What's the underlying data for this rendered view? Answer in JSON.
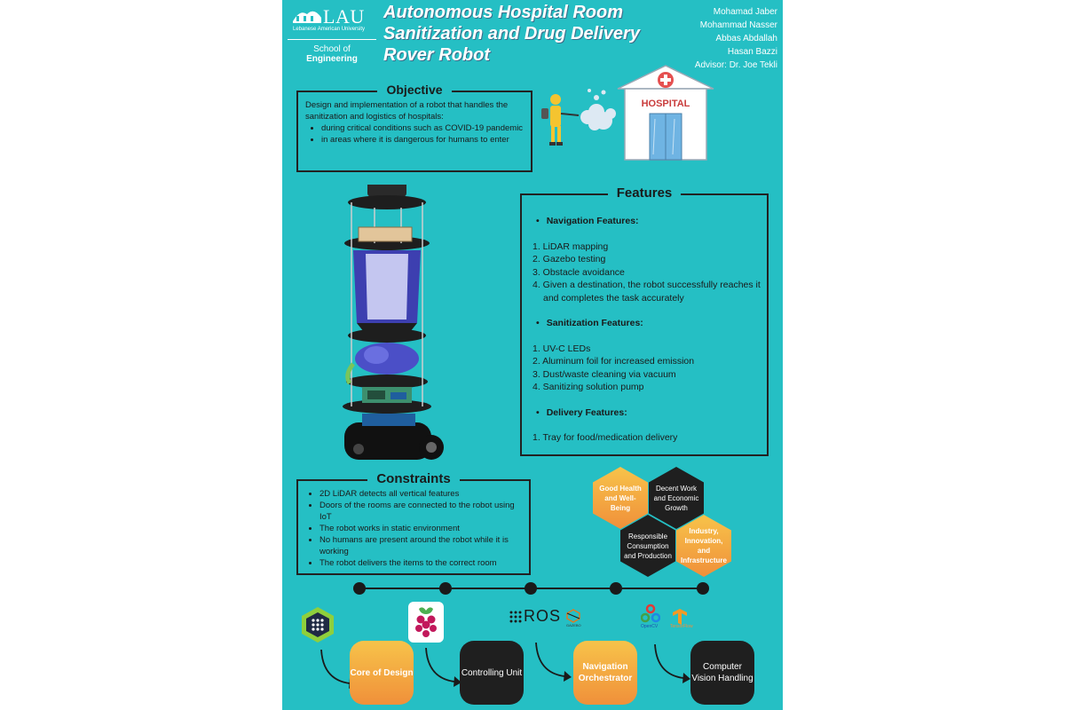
{
  "header": {
    "logo_text": "LAU",
    "logo_sub": "Lebanese American University",
    "school_prefix": "School of ",
    "school_name": "Engineering",
    "title_line1": "Autonomous Hospital Room",
    "title_line2": "Sanitization and Drug Delivery",
    "title_line3": "Rover Robot",
    "authors": [
      "Mohamad Jaber",
      "Mohammad Nasser",
      "Abbas Abdallah",
      "Hasan Bazzi",
      "Advisor: Dr. Joe Tekli"
    ]
  },
  "objective": {
    "heading": "Objective",
    "intro": "Design and implementation of a robot that handles the sanitization and logistics of hospitals:",
    "bullets": [
      "during critical conditions such as COVID-19 pandemic",
      "in areas where it is dangerous for humans to enter"
    ]
  },
  "hospital": {
    "sign": "HOSPITAL"
  },
  "features": {
    "heading": "Features",
    "nav_heading": "Navigation Features:",
    "nav_items": [
      "1. LiDAR mapping",
      "2. Gazebo testing",
      "3. Obstacle avoidance",
      "4. Given a destination, the robot successfully reaches it and completes the task accurately"
    ],
    "san_heading": "Sanitization Features:",
    "san_items": [
      "1. UV-C LEDs",
      "2. Aluminum foil for increased emission",
      "3. Dust/waste cleaning via vacuum",
      "4. Sanitizing solution pump"
    ],
    "del_heading": "Delivery Features:",
    "del_items": [
      "1. Tray for food/medication delivery"
    ]
  },
  "constraints": {
    "heading": "Constraints",
    "bullets": [
      "2D LiDAR detects all vertical features",
      "Doors of the rooms are connected to the robot using IoT",
      "The robot works in static environment",
      "No humans are present around the robot while it is working",
      "The robot delivers the items to the correct room"
    ]
  },
  "sdg": {
    "hex1": "Good Health and Well-Being",
    "hex2": "Decent Work and Economic Growth",
    "hex3": "Responsible Consumption and Production",
    "hex4": "Industry, Innovation, and Infrastructure"
  },
  "stages": {
    "s1": "Core of Design",
    "s2": "Controlling Unit",
    "s3": "Navigation Orchestrator",
    "s4": "Computer Vision Handling"
  },
  "logos": {
    "ros": "ROS",
    "gazebo": "GAZEBO",
    "opencv": "OpenCV",
    "tensorflow": "TensorFlow"
  },
  "colors": {
    "poster_bg": "#25bfc4",
    "accent_orange": "#f0903a",
    "dark": "#1f1f1f"
  }
}
